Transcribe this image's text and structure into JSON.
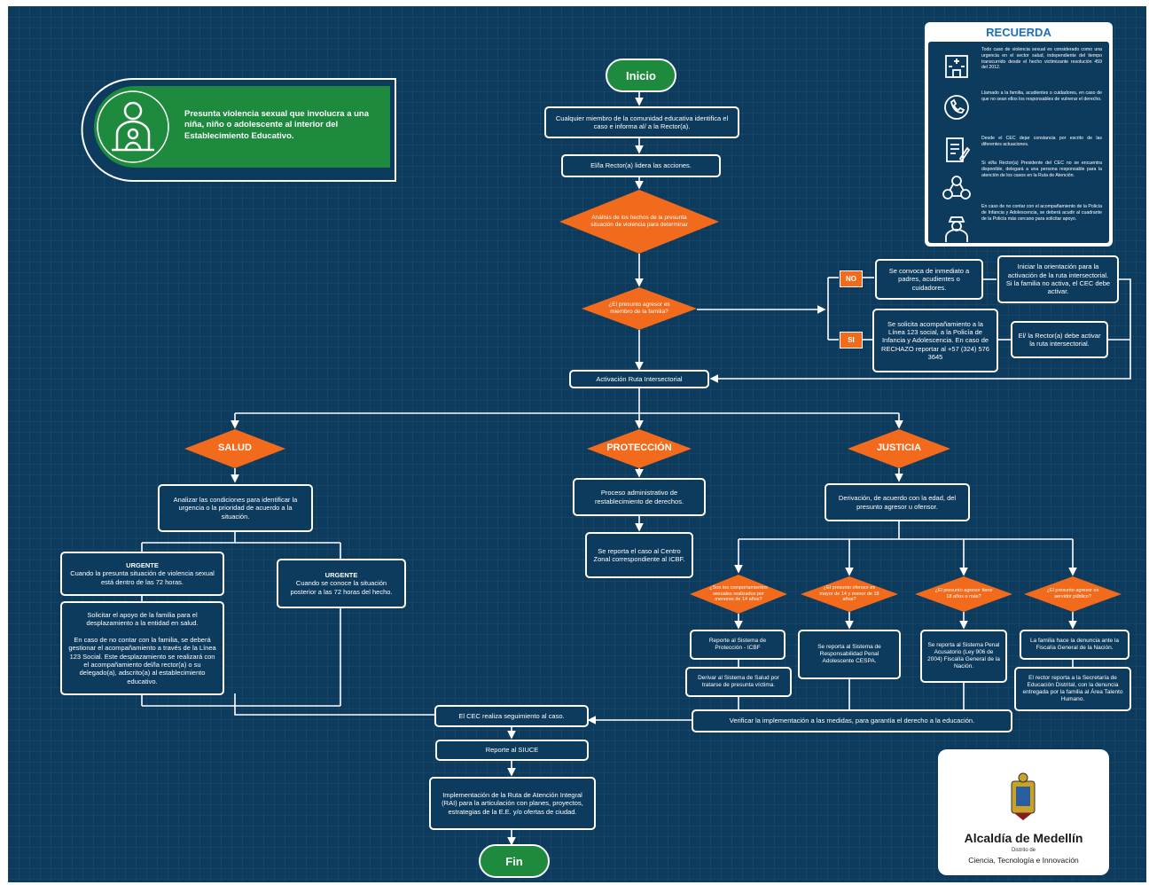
{
  "header": {
    "title": "Presunta violencia sexual que involucra a una niña, niño o adolescente al interior del Establecimiento Educativo."
  },
  "recuerda": {
    "title": "RECUERDA",
    "items": [
      "Todo caso de violencia sexual es considerado como una urgencia en el sector salud, independiente del tiempo transcurrido desde el hecho victimizante resolución 459 del 2012.",
      "Llamado a la familia, acudientes o cuidadores, en caso de que no sean ellos los responsables de vulnerar el derecho.",
      "Desde el CEC dejar constancia por escrito de las diferentes actuaciones.",
      "Si el/la Rector(a) Presidente del CEC no se encuentra disponible, delegará a una persona responsable para la atención de los casos en la Ruta de Atención.",
      "En caso de no contar con el acompañamiento de la Policía de Infancia y Adolescencia, se deberá acudir al cuadrante de la Policía más cercano para solicitar apoyo."
    ]
  },
  "flow": {
    "inicio": "Inicio",
    "fin": "Fin",
    "step1": "Cualquier miembro de la comunidad educativa identifica el caso e informa al/ a la Rector(a).",
    "step2": "El/la Rector(a) lidera las acciones.",
    "d1": "Análisis de los hechos de la presunta situación de violencia para determinar",
    "d2": "¿El presunto agresor es miembro de la familia?",
    "no_label": "NO",
    "si_label": "SI",
    "no_box": "Se convoca de inmediato a padres, acudientes o cuidadores.",
    "no_box2": "Iniciar la orientación para la activación de la ruta intersectorial. Si la familia no activa, el CEC debe activar.",
    "si_box": "Se solicita acompañamiento a la Línea 123 social, a la Policía de Infancia y Adolescencia. En caso de RECHAZO reportar al +57 (324) 576 3645",
    "si_box2": "El/ la Rector(a) debe activar la ruta intersectorial.",
    "activacion": "Activación Ruta Intersectorial",
    "salud": "SALUD",
    "proteccion": "PROTECCIÓN",
    "justicia": "JUSTICIA",
    "salud_box": "Analizar las condiciones para identificar la urgencia o la prioridad de acuerdo a la situación.",
    "urg1_title": "URGENTE",
    "urg1_text": "Cuando la presunta situación de violencia sexual está dentro de las 72 horas.",
    "urg2_title": "URGENTE",
    "urg2_text": "Cuando se conoce la situación posterior a las 72 horas del hecho.",
    "urg1_detail": "Solicitar el apoyo de la familia para el desplazamiento a la entidad en salud.\n\nEn caso de no contar con la familia, se deberá gestionar el acompañamiento a través de la Línea 123 Social. Este desplazamiento se realizará con el acompañamiento del/la rector(a) o su delegado(a), adscrito(a) al establecimiento educativo.",
    "prot_box": "Proceso administrativo de restablecimiento de derechos.",
    "prot_box2": "Se reporta el caso al Centro Zonal correspondiente al ICBF.",
    "just_box": "Derivación, de acuerdo con la edad, del presunto agresor u ofensor.",
    "jd1": "¿Son los comportamientos sexuales realizados por menores de 14 años?",
    "jd2": "¿El presunto ofensor es mayor de 14 y menor de 18 años?",
    "jd3": "¿El presunto agresor tiene 18 años o más?",
    "jd4": "¿El presunto agresor es servidor público?",
    "jb1": "Reporte al Sistema de Protección - ICBF",
    "jb1b": "Derivar al Sistema de Salud por tratarse de presunta víctima.",
    "jb2": "Se reporta al Sistema de Responsabilidad Penal Adolescente CESPA.",
    "jb3": "Se reporta al Sistema Penal Acusatorio (Ley 906 de 2004) Fiscalía General de la Nación.",
    "jb4": "La familia hace la denuncia ante la Fiscalía General de la Nación.",
    "jb4b": "El rector reporta a la Secretaría de Educación Distrital, con la denuncia entregada por la familia al Área Talento Humano.",
    "seguimiento": "El CEC realiza seguimiento al caso.",
    "verificar": "Verificar la implementación a las medidas, para garantía el derecho a la educación.",
    "siuce": "Reporte al SIUCE",
    "ria": "Implementación de la Ruta de Atención Integral (RAI) para la articulación con planes, proyectos, estrategias de la E.E. y/o ofertas de ciudad."
  },
  "logo": {
    "name": "Alcaldía de Medellín",
    "sub": "Distrito de",
    "unit": "Ciencia, Tecnología e Innovación"
  },
  "colors": {
    "background": "#0d3b5e",
    "diamond": "#f26a1b",
    "pill": "#1e8a3e",
    "accent_title": "#1f6fb5"
  }
}
